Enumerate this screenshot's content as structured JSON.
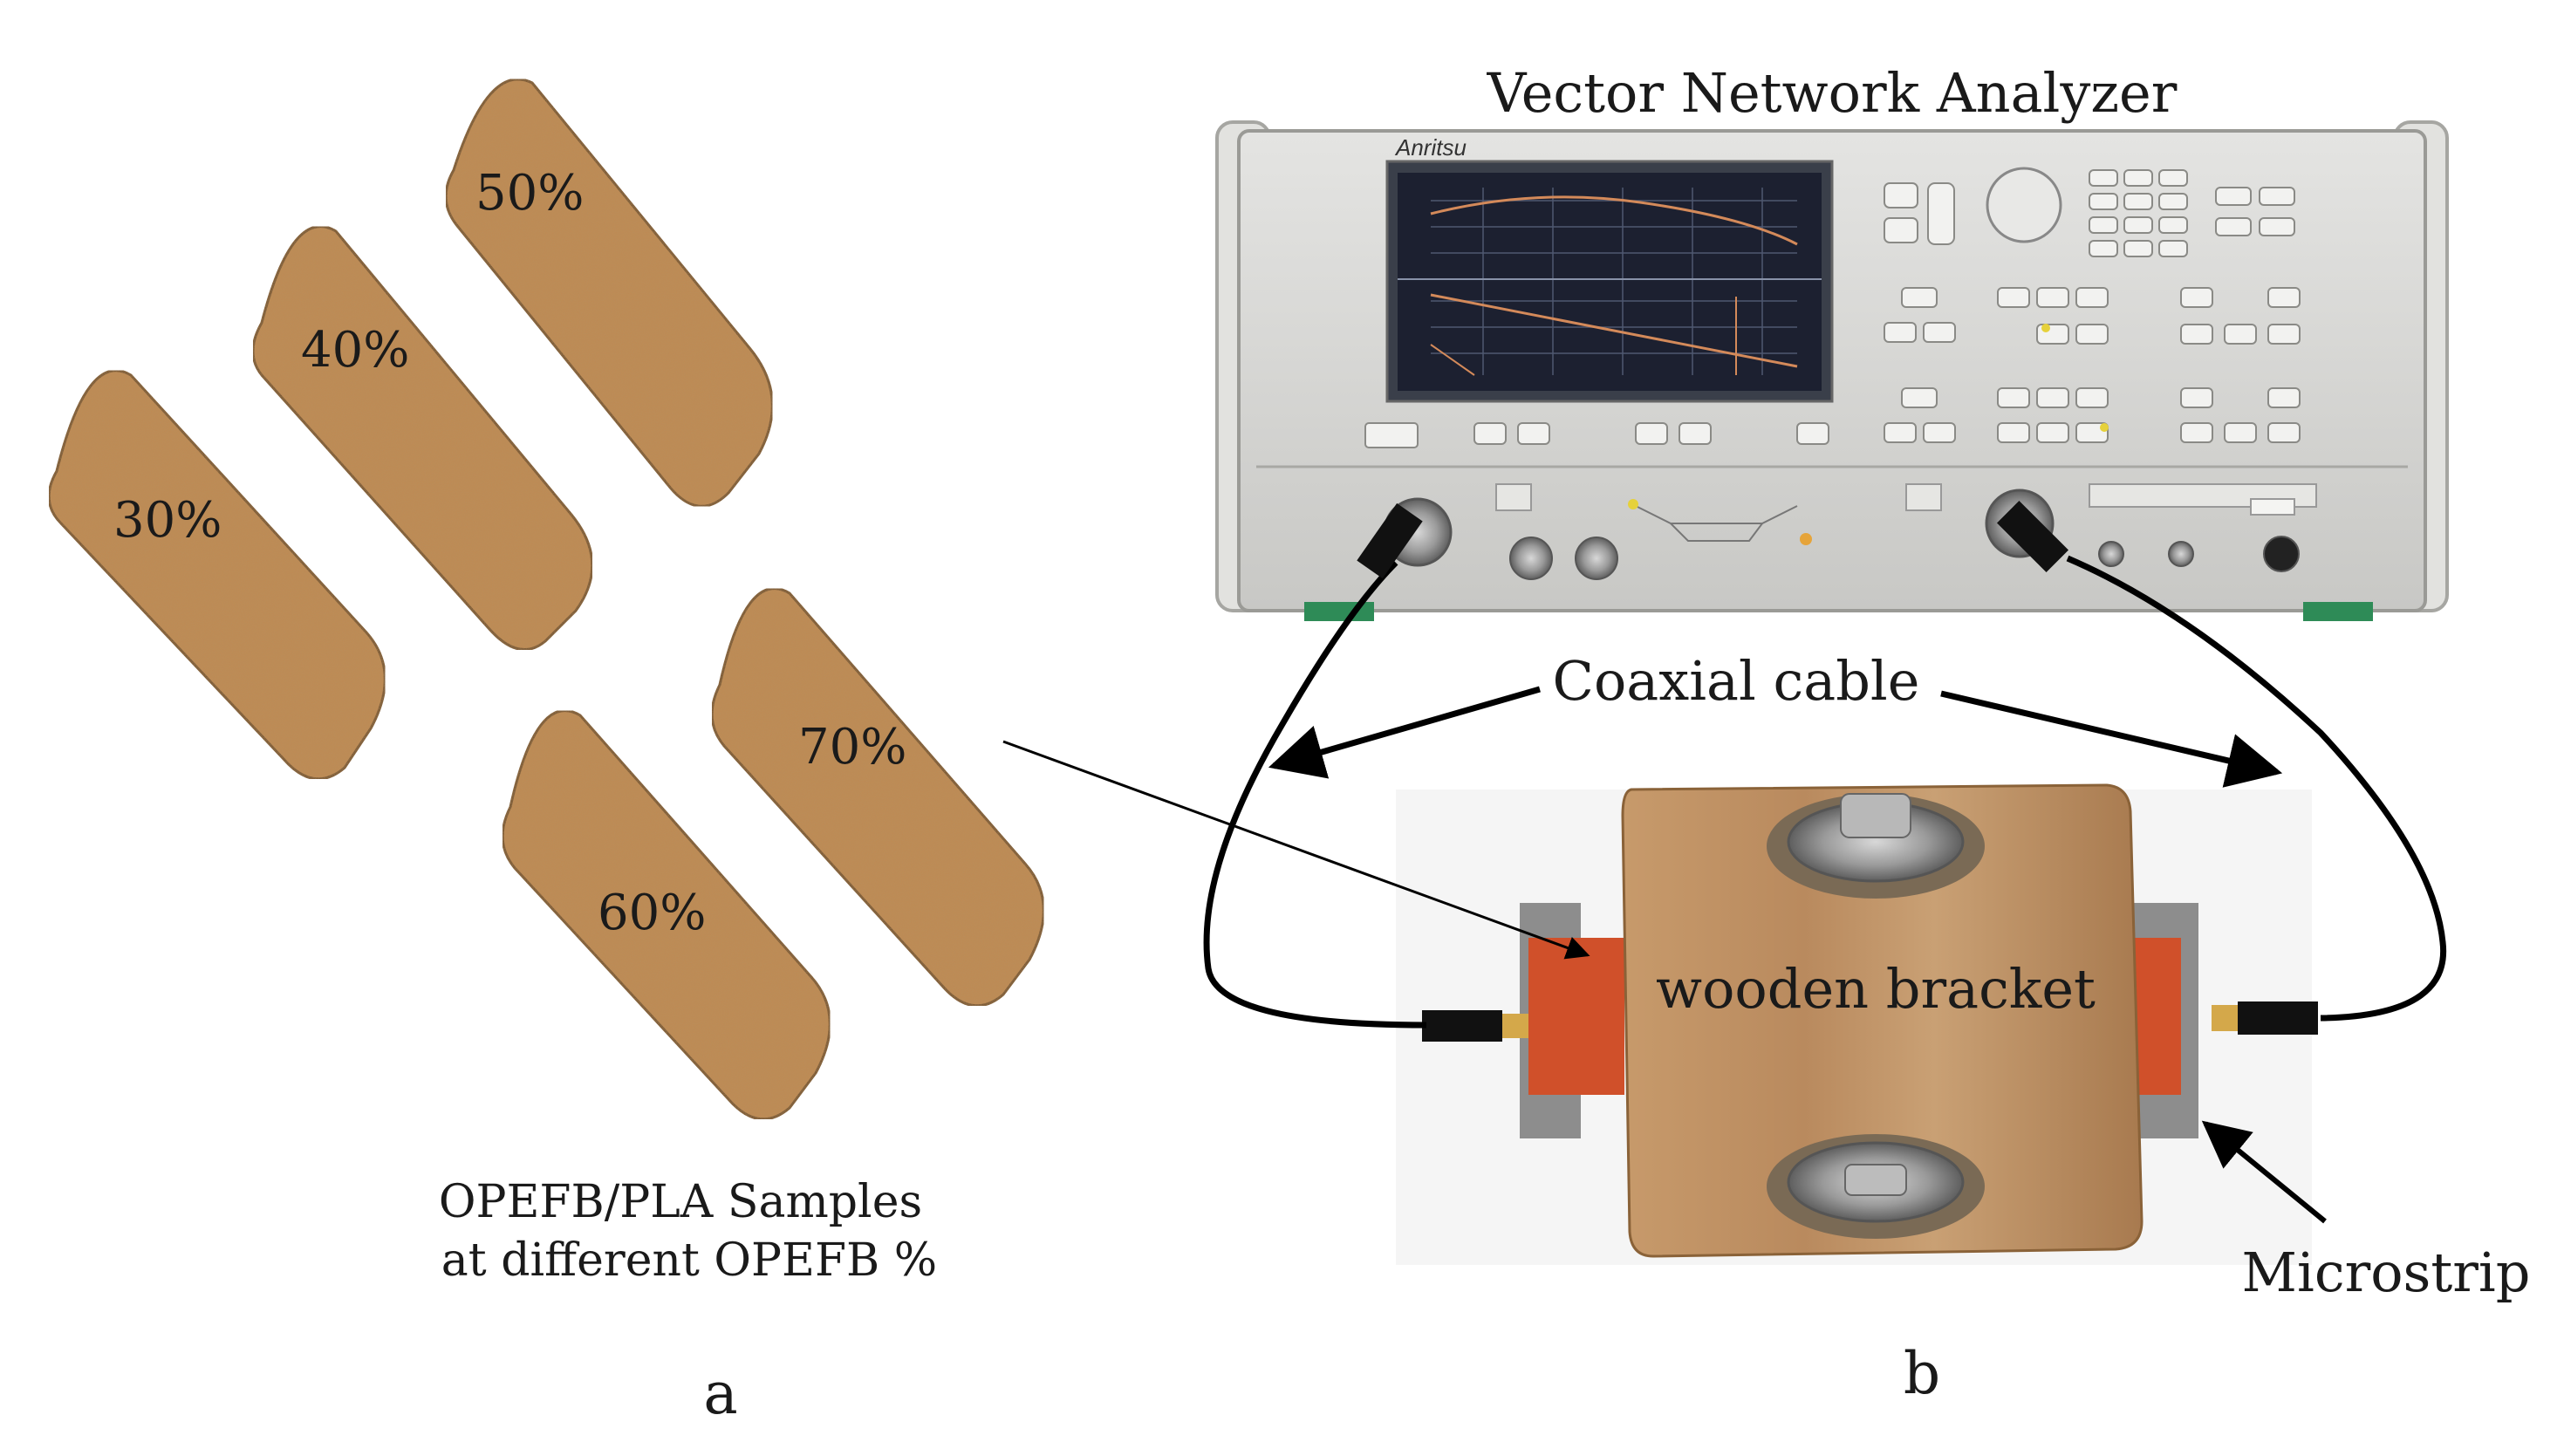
{
  "samples": [
    {
      "label": "50%"
    },
    {
      "label": "40%"
    },
    {
      "label": "30%"
    },
    {
      "label": "70%"
    },
    {
      "label": "60%"
    }
  ],
  "caption": {
    "line1": "OPEFB/PLA Samples",
    "line2": "at different OPEFB %"
  },
  "panel_a": "a",
  "panel_b": "b",
  "vna_title": "Vector Network Analyzer",
  "vna_brand": "Anritsu",
  "coaxial_label": "Coaxial cable",
  "bracket_label": "wooden bracket",
  "microstrip_label": "Microstrip",
  "colors": {
    "sample_fill": "#c08a52",
    "bracket_wood": "#b98a5e",
    "microstrip": "#d0502a",
    "instrument_body": "#d6d6d3",
    "screen": "#1c2030",
    "accent_green": "#2e8b57"
  }
}
